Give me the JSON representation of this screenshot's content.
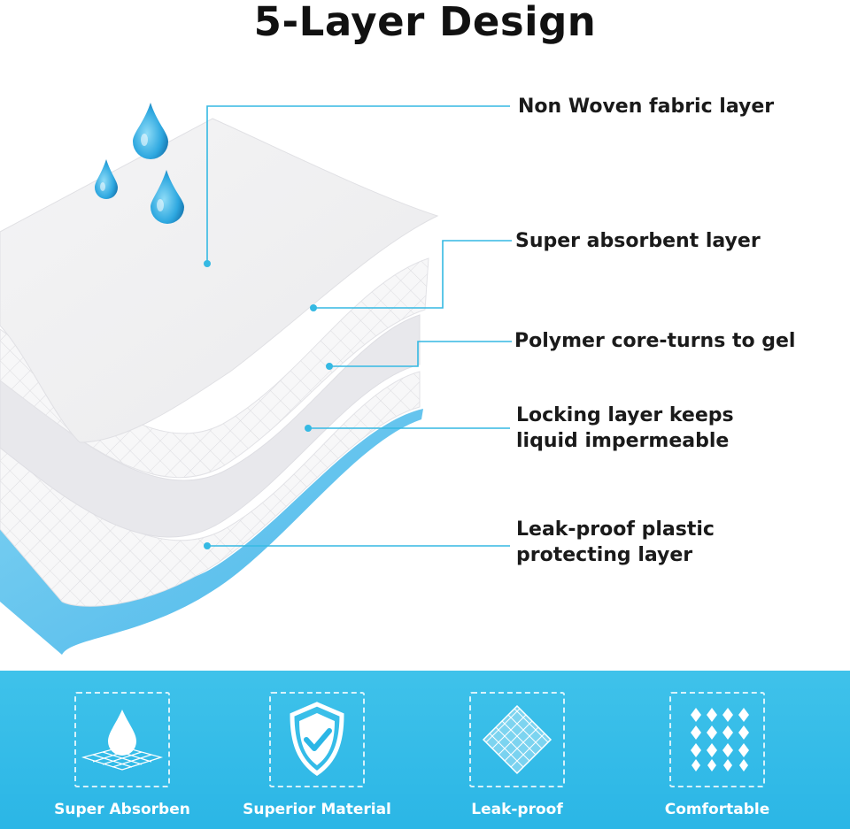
{
  "title": "5-Layer Design",
  "accent_color": "#2bb6e6",
  "layers": [
    {
      "label": "Non Woven fabric layer"
    },
    {
      "label": "Super absorbent layer"
    },
    {
      "label": "Polymer core-turns to gel"
    },
    {
      "label_line1": "Locking layer keeps",
      "label_line2": "liquid impermeable"
    },
    {
      "label_line1": "Leak-proof plastic",
      "label_line2": "protecting layer"
    }
  ],
  "features": [
    {
      "label": "Super Absorben",
      "icon": "water-drop-mesh-icon"
    },
    {
      "label": "Superior Material",
      "icon": "shield-check-icon"
    },
    {
      "label": "Leak-proof",
      "icon": "diamond-mesh-icon"
    },
    {
      "label": "Comfortable",
      "icon": "diamond-grid-icon"
    }
  ]
}
